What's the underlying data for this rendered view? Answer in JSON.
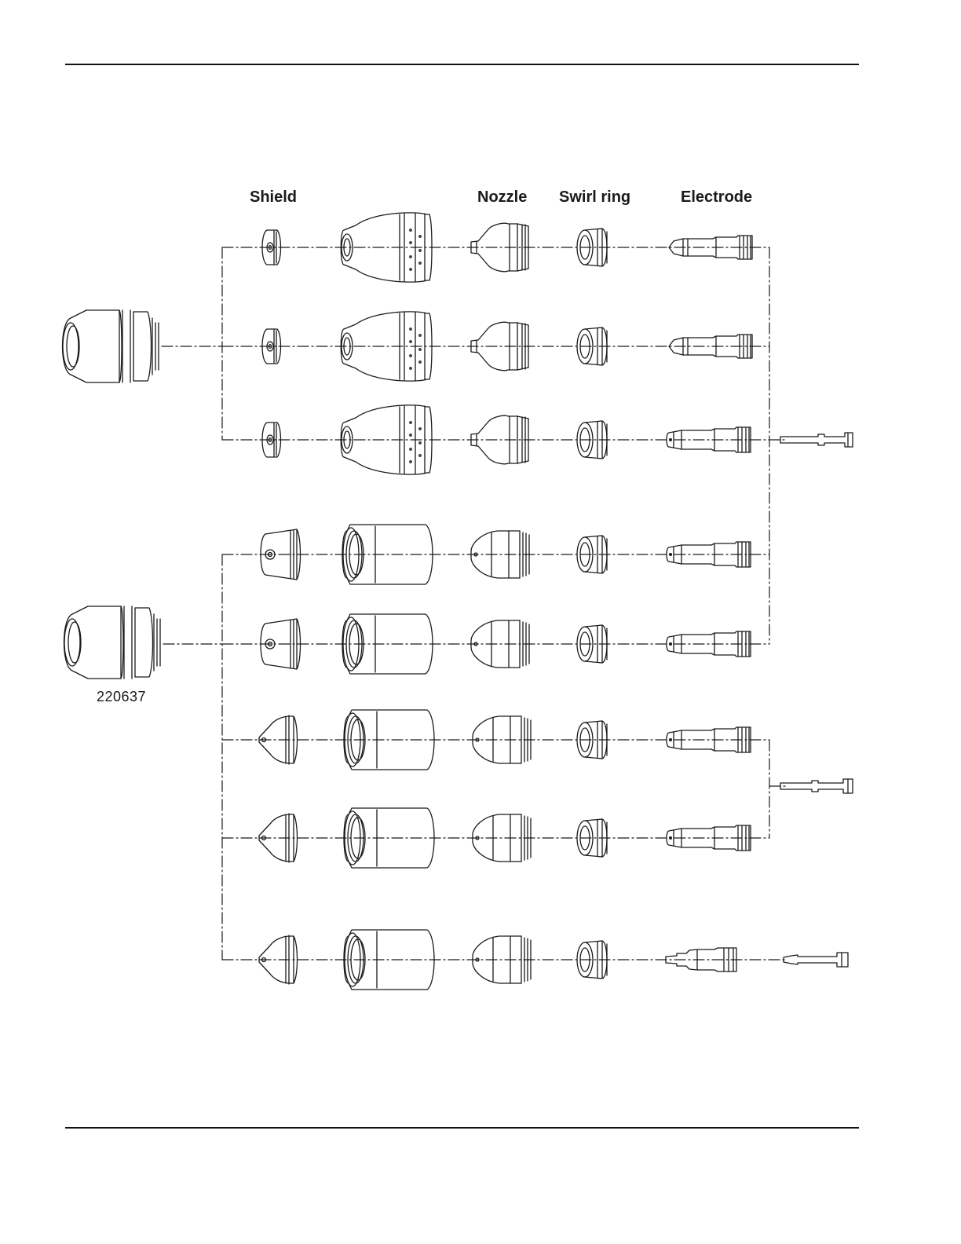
{
  "headers": {
    "shield": "Shield",
    "nozzle": "Nozzle",
    "swirl_ring": "Swirl ring",
    "electrode": "Electrode"
  },
  "part_numbers": {
    "lower_torch_part": "220637"
  },
  "colors": {
    "line": "#1a1a1a",
    "background": "#ffffff"
  }
}
